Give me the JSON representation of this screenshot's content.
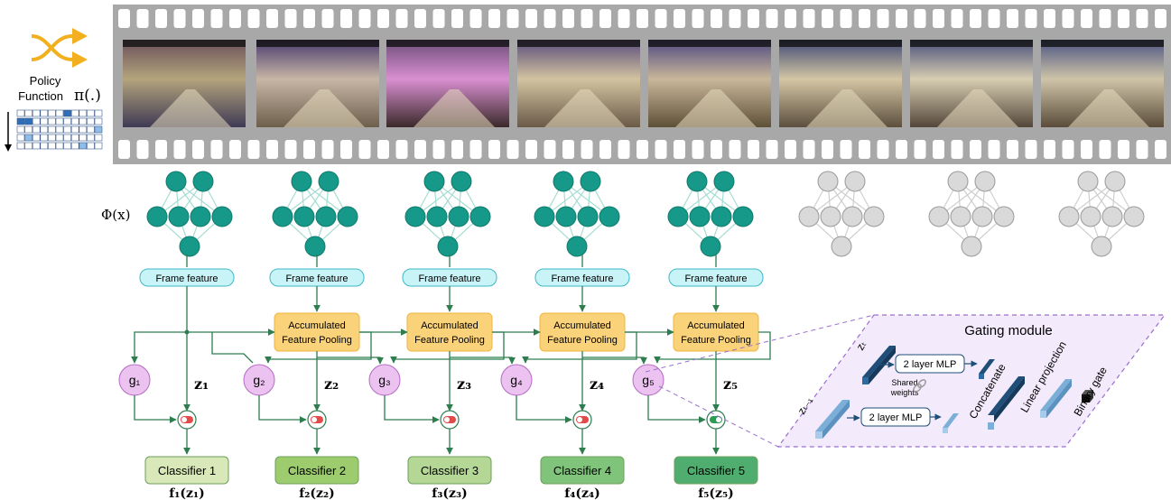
{
  "policy": {
    "label_line1": "Policy",
    "label_line2": "Function",
    "symbol": "π(.)",
    "icon": "shuffle-arrows-icon",
    "accent": "#f2b01e"
  },
  "backbone": {
    "symbol": "Φ(x)",
    "active_count": 5,
    "total_count": 8,
    "active_color": "#17998a",
    "inactive_color": "#d9d9d9"
  },
  "frame_feature_label": "Frame feature",
  "pooling_label_line1": "Accumulated",
  "pooling_label_line2": "Feature Pooling",
  "gates": [
    "g₁",
    "g₂",
    "g₃",
    "g₄",
    "g₅"
  ],
  "features": [
    "z₁",
    "z₂",
    "z₃",
    "z₄",
    "z₅"
  ],
  "classifiers": [
    "Classifier 1",
    "Classifier 2",
    "Classifier 3",
    "Classifier 4",
    "Classifier 5"
  ],
  "outputs": [
    "f₁(z₁)",
    "f₂(z₂)",
    "f₃(z₃)",
    "f₄(z₄)",
    "f₅(z₅)"
  ],
  "switch_states": [
    "off",
    "off",
    "off",
    "off",
    "on"
  ],
  "gating_module": {
    "title": "Gating module",
    "z_t": "zₜ",
    "z_t_minus_1": "zₜ₋₁",
    "mlp_top": "2 layer MLP",
    "mlp_bottom": "2 layer MLP",
    "shared_line1": "Shared",
    "shared_line2": "weights",
    "concatenate": "Concatenate",
    "linear_projection": "Linear projection",
    "binary_gate": "Binary gate"
  },
  "colors": {
    "film": "#a8a8a8",
    "frame_feature_fill": "#c8f3f7",
    "pooling_fill": "#f9d27a",
    "gate_fill": "#ecc3f0",
    "classifier_fills": [
      "#d8e8b8",
      "#9ccc6e",
      "#b5d795",
      "#7fc47a",
      "#4fae6f"
    ],
    "line": "#2e7d4f"
  }
}
